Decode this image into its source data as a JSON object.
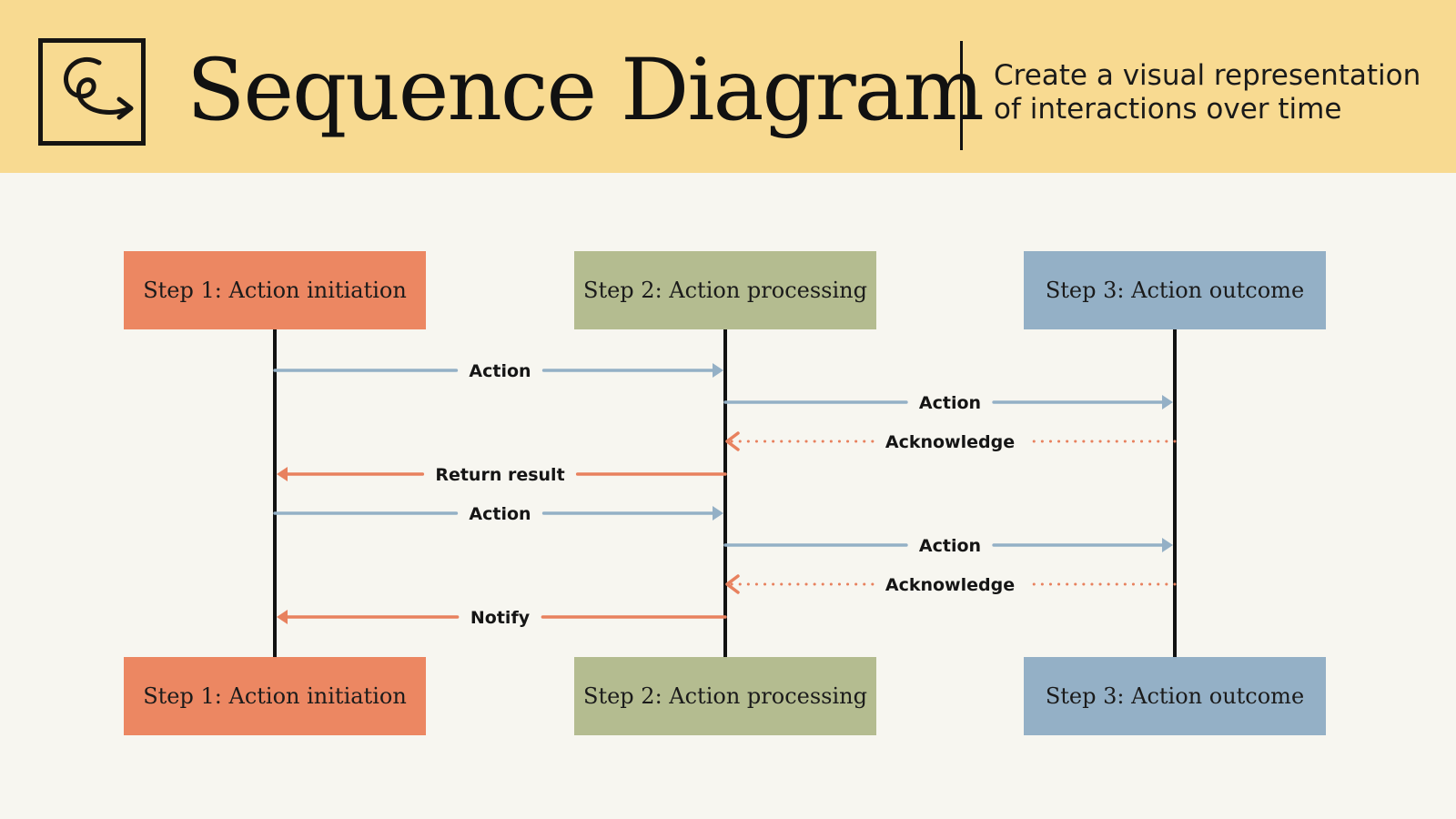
{
  "header": {
    "title": "Sequence Diagram",
    "subtitle_line1": "Create a visual representation",
    "subtitle_line2": "of interactions over time",
    "logo_icon": "spiral-arrow-logo-icon"
  },
  "colors": {
    "header_bg": "#f8da91",
    "page_bg": "#f7f6f0",
    "participant_1": "#ec8762",
    "participant_2": "#b4bc90",
    "participant_3": "#94b0c6",
    "call_arrow": "#94b0c6",
    "return_arrow": "#e8815e",
    "lifeline": "#111111"
  },
  "participants": [
    {
      "label": "Step 1: Action initiation"
    },
    {
      "label": "Step 2: Action processing"
    },
    {
      "label": "Step 3: Action outcome"
    }
  ],
  "messages": [
    {
      "from": 0,
      "to": 1,
      "label": "Action",
      "kind": "call"
    },
    {
      "from": 1,
      "to": 2,
      "label": "Action",
      "kind": "call"
    },
    {
      "from": 2,
      "to": 1,
      "label": "Acknowledge",
      "kind": "reply-dotted"
    },
    {
      "from": 1,
      "to": 0,
      "label": "Return result",
      "kind": "reply"
    },
    {
      "from": 0,
      "to": 1,
      "label": "Action",
      "kind": "call"
    },
    {
      "from": 1,
      "to": 2,
      "label": "Action",
      "kind": "call"
    },
    {
      "from": 2,
      "to": 1,
      "label": "Acknowledge",
      "kind": "reply-dotted"
    },
    {
      "from": 1,
      "to": 0,
      "label": "Notify",
      "kind": "reply"
    }
  ]
}
